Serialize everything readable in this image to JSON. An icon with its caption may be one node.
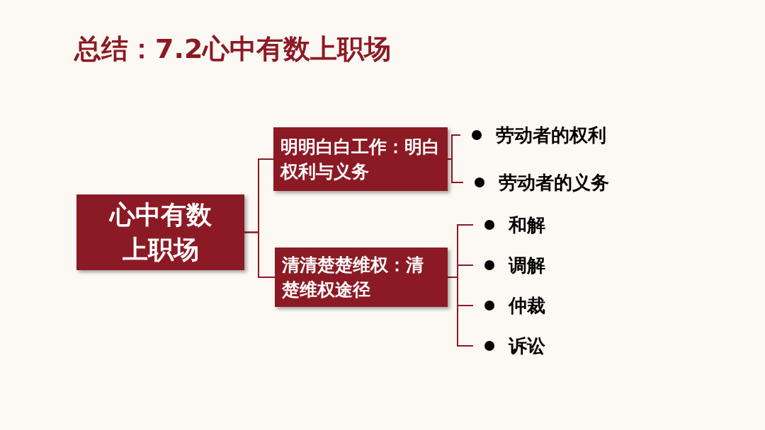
{
  "diagram": {
    "title": "总结：7.2心中有数上职场",
    "nodes": [
      {
        "text": [
          "心中有数上职场"
        ]
      },
      {
        "text": [
          "明明白白工作：明白权利与义务"
        ]
      },
      {
        "text": [
          "清清楚楚维权：清楚维权途径"
        ]
      },
      {
        "text": [
          "劳动者的权利"
        ]
      },
      {
        "text": [
          "劳动者的义务"
        ]
      },
      {
        "text": [
          "和解"
        ]
      },
      {
        "text": [
          "调解"
        ]
      },
      {
        "text": [
          "仲裁"
        ]
      },
      {
        "text": [
          "诉讼"
        ]
      }
    ],
    "edges": [
      {
        "from": 0,
        "to": 1,
        "arrow": "none"
      },
      {
        "from": 0,
        "to": 2,
        "arrow": "none"
      },
      {
        "from": 1,
        "to": 3,
        "arrow": "none"
      },
      {
        "from": 1,
        "to": 4,
        "arrow": "none"
      },
      {
        "from": 2,
        "to": 5,
        "arrow": "none"
      },
      {
        "from": 2,
        "to": 6,
        "arrow": "none"
      },
      {
        "from": 2,
        "to": 7,
        "arrow": "none"
      },
      {
        "from": 2,
        "to": 8,
        "arrow": "none"
      }
    ]
  }
}
